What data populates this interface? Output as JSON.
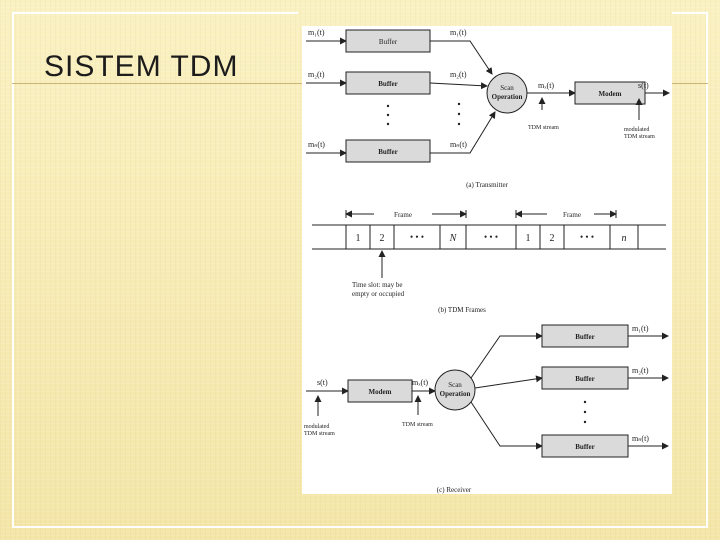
{
  "slide": {
    "title": "SISTEM TDM"
  },
  "transmitter": {
    "inputs": [
      "m₁(t)",
      "m₂(t)",
      "mₙ(t)"
    ],
    "outputs": [
      "m₁(t)",
      "m₂(t)",
      "mₙ(t)"
    ],
    "buffer_label": "Buffer",
    "scan_label_1": "Scan",
    "scan_label_2": "Operation",
    "stream_signal": "mₓ(t)",
    "stream_label": "TDM stream",
    "modem_label": "Modem",
    "output_signal": "s(t)",
    "mod_label_1": "modulated",
    "mod_label_2": "TDM stream",
    "caption": "(a) Transmitter"
  },
  "frames": {
    "frame_label": "Frame",
    "cells_1": [
      "1",
      "2",
      "N"
    ],
    "cells_2": [
      "1",
      "2",
      "n"
    ],
    "ellipsis": "• • •",
    "note_1": "Time slot: may be",
    "note_2": "empty or occupied",
    "caption": "(b) TDM Frames"
  },
  "receiver": {
    "input_signal": "s(t)",
    "modem_label": "Modem",
    "stream_signal": "mₓ(t)",
    "scan_label_1": "Scan",
    "scan_label_2": "Operation",
    "mod_label_1": "modulated",
    "mod_label_2": "TDM stream",
    "stream_label": "TDM stream",
    "buffer_label": "Buffer",
    "outputs": [
      "m₁(t)",
      "m₂(t)",
      "mₙ(t)"
    ],
    "caption": "(c) Receiver"
  }
}
